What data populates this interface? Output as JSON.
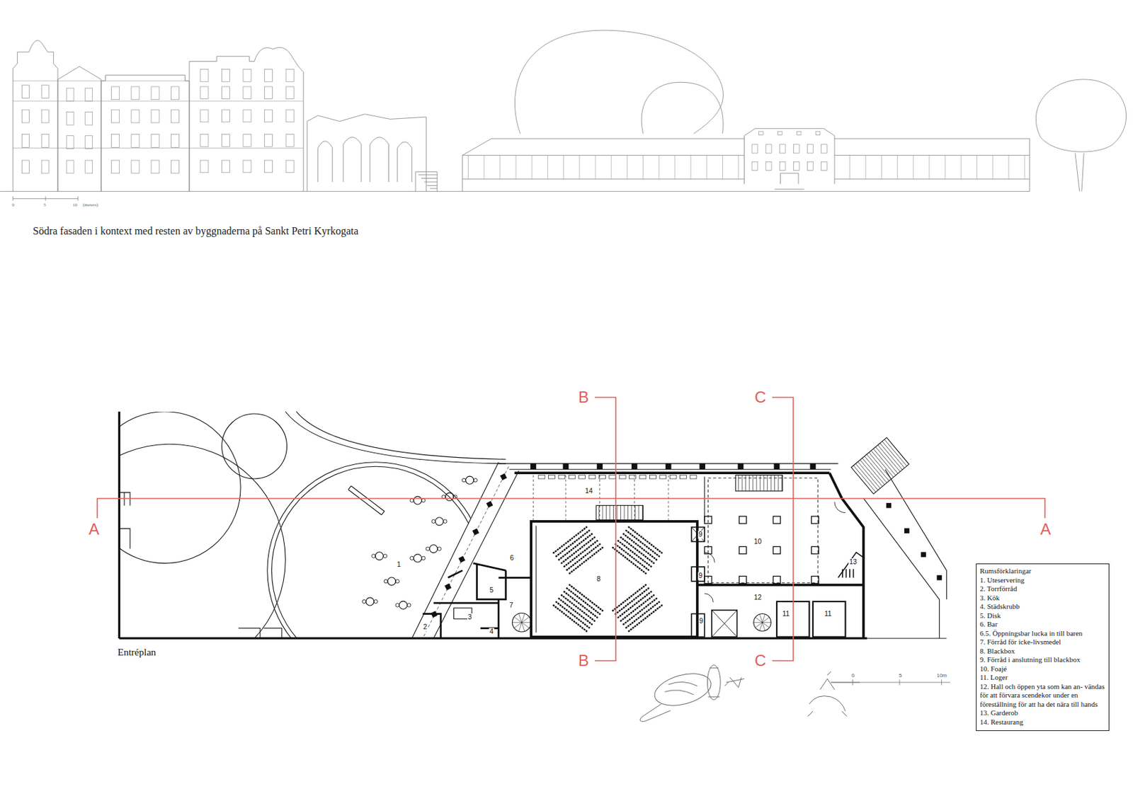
{
  "diagram": {
    "caption": "Södra fasaden i kontext med resten av byggnaderna på Sankt Petri Kyrkogata",
    "nodes": [
      {
        "text": [
          "Rumsförklaringar",
          "1. Uteservering",
          "2. Torrförråd",
          "3. Kök",
          "4. Städskrubb",
          "5. Disk",
          "6. Bar",
          "6.5. Öppningsbar lucka in till baren",
          "7. Förråd för icke-livsmedel",
          "8. Blackbox",
          "9. Förråd i anslutning till blackbox",
          "10. Foajé",
          "11. Loger",
          "12. Hall och öppen yta som kan an- vändas för att förvara scendekor under en föreställning för att ha det nära till hands",
          "13. Garderob",
          "14. Restaurang"
        ]
      }
    ],
    "labels": [
      "0",
      "5",
      "10",
      "(meters)",
      "B",
      "C",
      "A",
      "A",
      "14",
      "1",
      "6",
      "8",
      "9",
      "10",
      "13",
      "5",
      "9",
      "12",
      "7",
      "3",
      "11",
      "11",
      "9",
      "2",
      "4",
      "Entréplan",
      "B",
      "C",
      "0",
      "5",
      "10m"
    ]
  }
}
